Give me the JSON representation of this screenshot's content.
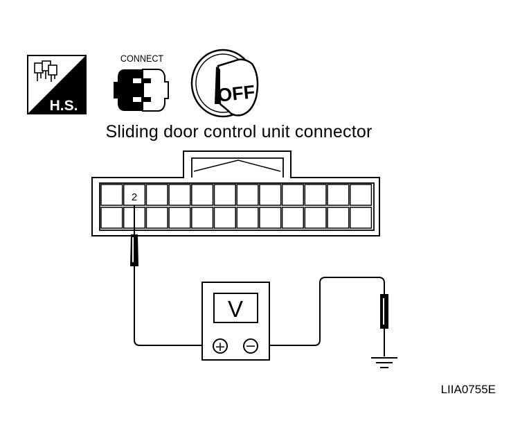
{
  "icons": {
    "hs_label": "H.S.",
    "connect_label": "CONNECT",
    "ignition_label": "OFF"
  },
  "diagram": {
    "title": "Sliding door control unit connector",
    "terminal_number": "2",
    "meter_label": "V",
    "plus_symbol": "+",
    "minus_symbol": "−",
    "reference_code": "LIIA0755E"
  }
}
